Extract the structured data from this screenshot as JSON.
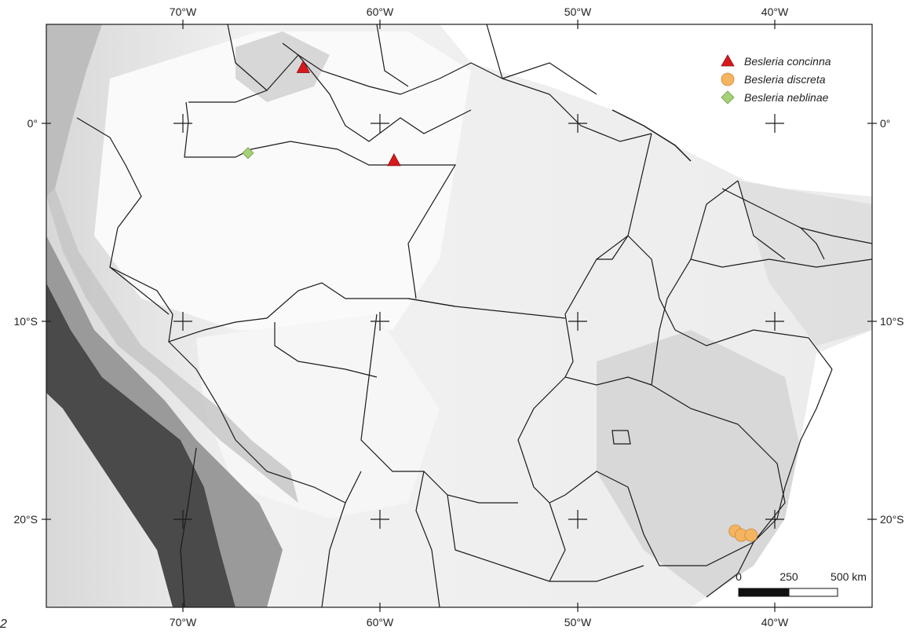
{
  "map": {
    "lon_labels": [
      "70°W",
      "60°W",
      "50°W",
      "40°W"
    ],
    "lat_labels": [
      "0°",
      "10°S",
      "20°S"
    ],
    "graticule_lon": [
      -70,
      -60,
      -50,
      -40
    ],
    "graticule_lat": [
      0,
      -10,
      -20
    ],
    "extent": {
      "lon_min": -76.9,
      "lon_max": -35.1,
      "lat_min": -24.5,
      "lat_max": 4.9
    }
  },
  "legend": {
    "items": [
      {
        "label": "Besleria concinna",
        "symbol": "triangle",
        "color": "#d7191c"
      },
      {
        "label": "Besleria discreta",
        "symbol": "circle",
        "color": "#f5b560"
      },
      {
        "label": "Besleria neblinae",
        "symbol": "diamond",
        "color": "#a6d17a"
      }
    ]
  },
  "occurrences": {
    "concinna": [
      {
        "lon": -63.9,
        "lat": 2.8
      },
      {
        "lon": -59.3,
        "lat": -1.9
      }
    ],
    "discreta": [
      {
        "lon": -42.0,
        "lat": -20.6
      },
      {
        "lon": -41.7,
        "lat": -20.8
      },
      {
        "lon": -41.2,
        "lat": -20.8
      }
    ],
    "neblinae": [
      {
        "lon": -66.7,
        "lat": -1.5
      }
    ]
  },
  "scalebar": {
    "labels": [
      "0",
      "250",
      "500 km"
    ]
  },
  "corner_label": "2"
}
